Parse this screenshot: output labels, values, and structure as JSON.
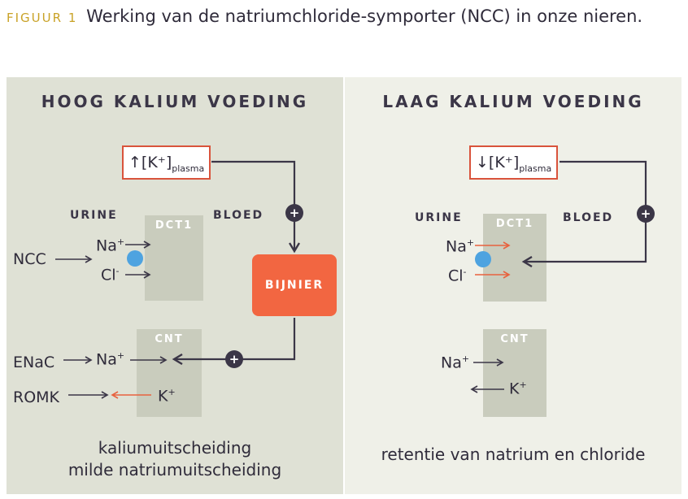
{
  "caption": {
    "label": "FIGUUR 1",
    "text": "Werking van de natriumchloride-symporter (NCC) in onze nieren."
  },
  "left": {
    "title": "HOOG KALIUM VOEDING",
    "potassium": "↑[K⁺]",
    "potassium_sub": "plasma",
    "urine": "URINE",
    "bloed": "BLOED",
    "dct1": "DCT1",
    "cnt": "CNT",
    "bijnier": "BIJNIER",
    "ncc": "NCC",
    "na": "Na",
    "cl": "Cl",
    "enac": "ENaC",
    "romk": "ROMK",
    "k": "K",
    "plus": "+",
    "minus": "-",
    "footer_line1": "kaliumuitscheiding",
    "footer_line2": "milde natriumuitscheiding"
  },
  "right": {
    "title": "LAAG KALIUM VOEDING",
    "potassium": "↓[K⁺]",
    "potassium_sub": "plasma",
    "urine": "URINE",
    "bloed": "BLOED",
    "dct1": "DCT1",
    "cnt": "CNT",
    "na": "Na",
    "cl": "Cl",
    "k": "K",
    "plus": "+",
    "minus": "-",
    "footer": "retentie van natrium en chloride"
  },
  "colors": {
    "accent": "#f26641",
    "arrow_dark": "#3b3647",
    "arrow_red": "#e8613e",
    "ncc_dot": "#4ea3e0",
    "left_bg": "#dfe1d5",
    "right_bg": "#eff0e8"
  }
}
